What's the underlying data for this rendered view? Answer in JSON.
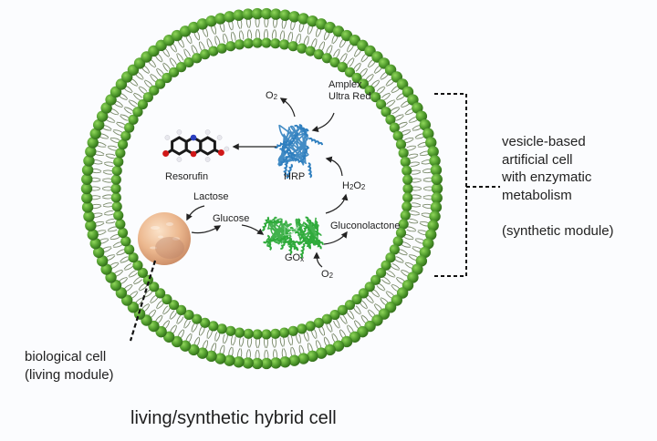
{
  "title": "living/synthetic hybrid cell",
  "synthetic_module": {
    "lines": [
      "vesicle-based",
      "artificial cell",
      "with enzymatic",
      "metabolism"
    ],
    "tag": "(synthetic module)"
  },
  "living_module": {
    "lines": [
      "biological cell",
      "(living module)"
    ]
  },
  "molecules": {
    "o2_top": {
      "base": "O",
      "sub": "2"
    },
    "amplex": [
      "Amplex",
      "Ultra Red"
    ],
    "resorufin": "Resorufin",
    "hrp": "HRP",
    "h2o2": {
      "a": "H",
      "s1": "2",
      "b": "O",
      "s2": "2"
    },
    "lactose": "Lactose",
    "glucose": "Glucose",
    "gluconolactone": "Gluconolactone",
    "gox": {
      "base": "GO",
      "sub": "x"
    },
    "o2_bottom": {
      "base": "O",
      "sub": "2"
    }
  },
  "colors": {
    "membrane": "#4f9a2c",
    "membrane_light": "#6fc043",
    "hrp": "#2f7fbf",
    "gox": "#2eaa3a",
    "cell": "#e8b48a",
    "atom_c": "#1a1a1a",
    "atom_n": "#2b3fbf",
    "atom_o": "#d01818",
    "atom_h": "#e8e8ee"
  }
}
